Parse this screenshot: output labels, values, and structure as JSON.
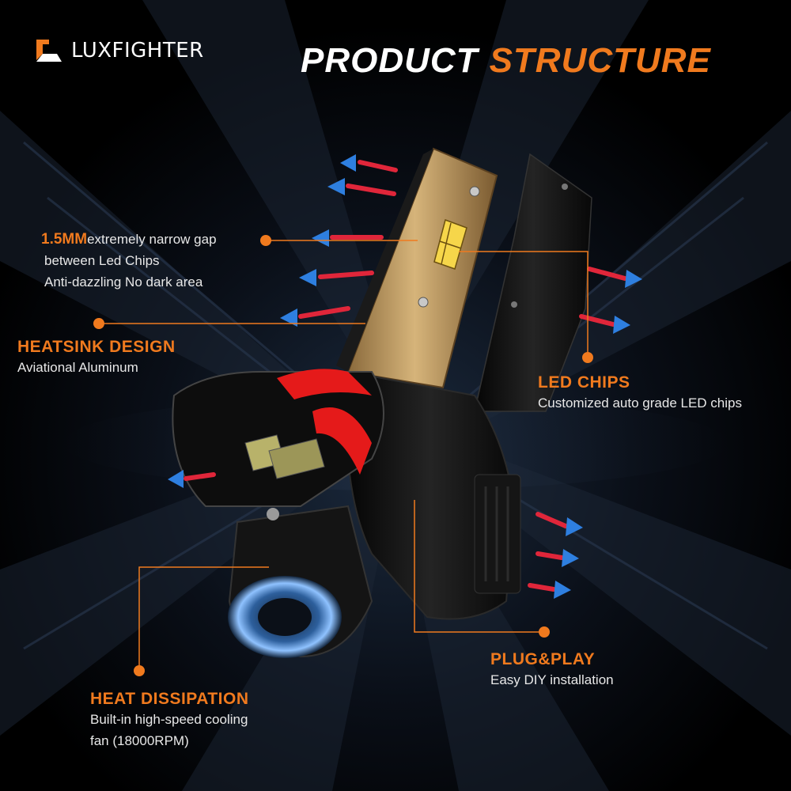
{
  "brand": {
    "name": "LUXFIGHTER",
    "logo_icon": "luxfighter-logo-icon"
  },
  "headline": {
    "word1": "PRODUCT",
    "word2": "STRUCTURE"
  },
  "colors": {
    "accent": "#f07a1e",
    "background": "#000000",
    "arrow_blue": "#2e7fe0",
    "arrow_red": "#e0263a",
    "heatsink_gold": "#c9a46a"
  },
  "callouts": {
    "gap": {
      "highlight": "1.5MM",
      "line1_rest": "extremely narrow gap",
      "line2": "between Led Chips",
      "line3": "Anti-dazzling No dark area"
    },
    "heatsink": {
      "title": "HEATSINK DESIGN",
      "desc": "Aviational Aluminum"
    },
    "led_chips": {
      "title": "LED CHIPS",
      "desc": "Customized auto grade LED chips"
    },
    "plug_play": {
      "title": "PLUG&PLAY",
      "desc": "Easy DIY installation"
    },
    "heat_dissipation": {
      "title": "HEAT DISSIPATION",
      "desc_line1": "Built-in high-speed cooling",
      "desc_line2": "fan (18000RPM)"
    }
  }
}
